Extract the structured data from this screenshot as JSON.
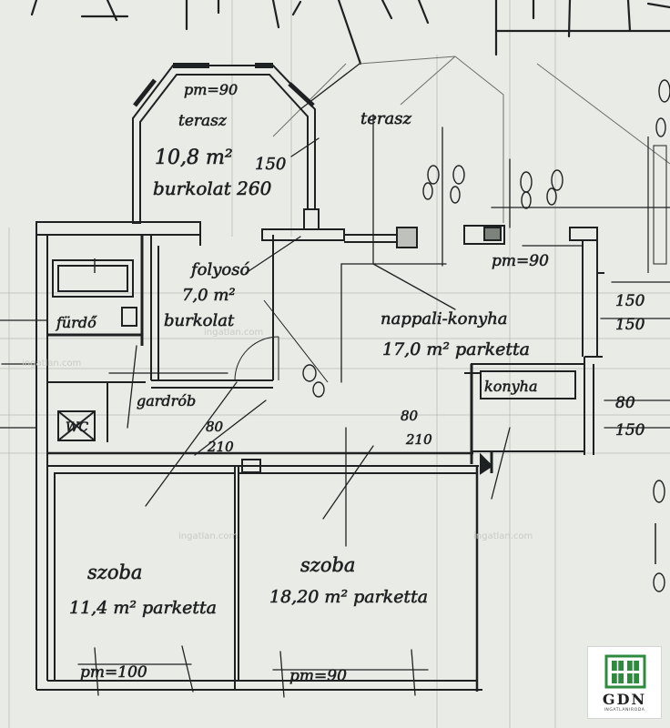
{
  "labels": {
    "terrace_top": "pm=90",
    "terrace_top_name": "terasz",
    "room_top_area": "10,8 m²",
    "room_top_num": "150",
    "room_top_floor": "burkolat 260",
    "terrace_right": "terasz",
    "bathroom": "fürdő",
    "hall": "folyosó",
    "hall_area": "7,0 m²",
    "hall_floor": "burkolat",
    "living": "nappali-konyha",
    "living_area": "17,0 m² parketta",
    "kitchen": "konyha",
    "wardrobe": "gardrób",
    "wc": "WC",
    "dim_80": "80",
    "dim_210": "210",
    "dim_80b": "80",
    "dim_210b": "210",
    "right_pm": "pm=90",
    "right_150a": "150",
    "right_150b": "150",
    "right_150c": "150",
    "right_80": "80",
    "room1": "szoba",
    "room1_area": "11,4 m² parketta",
    "room1_pm": "pm=100",
    "room2": "szoba",
    "room2_area": "18,20 m² parketta",
    "room2_pm": "pm=90"
  },
  "watermark": "ingatlan.com",
  "logo": {
    "name": "GDN",
    "tagline": "INGATLANIRODA",
    "color": "#2e8b3e"
  }
}
